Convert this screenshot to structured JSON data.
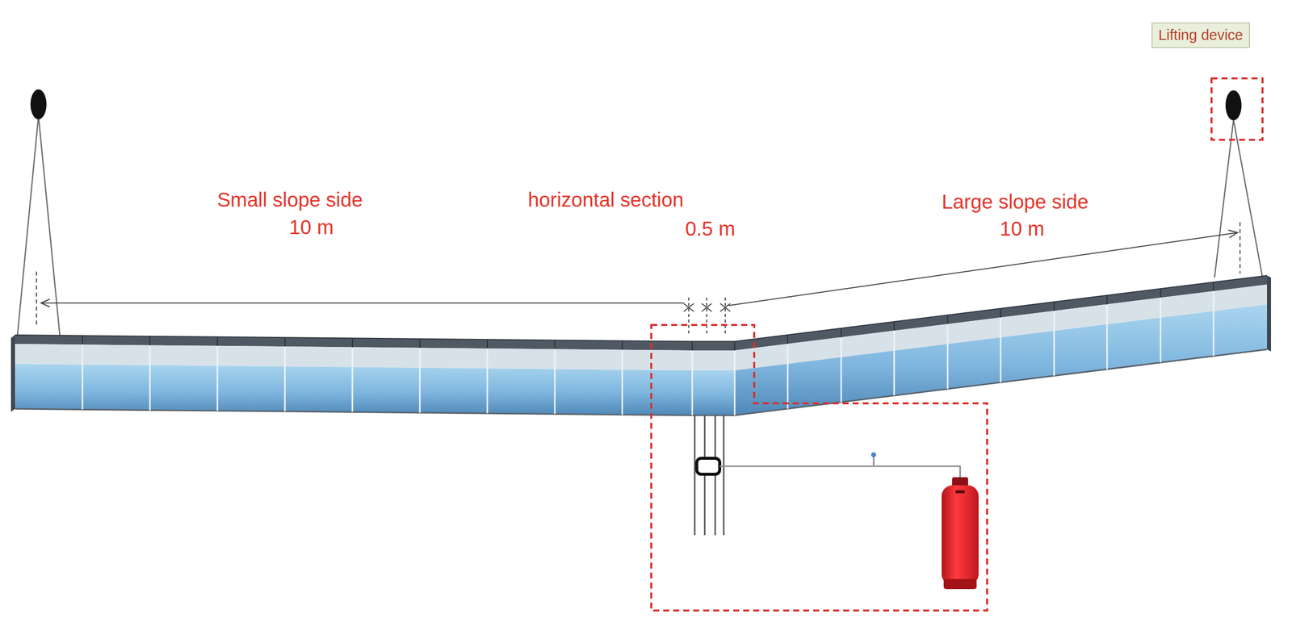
{
  "diagram": {
    "nodes": [
      {
        "text": [
          "Lifting device"
        ]
      }
    ],
    "labels": [
      "Small slope side",
      "10 m",
      "horizontal section",
      "0.5 m",
      "Large slope side",
      "10 m"
    ]
  }
}
